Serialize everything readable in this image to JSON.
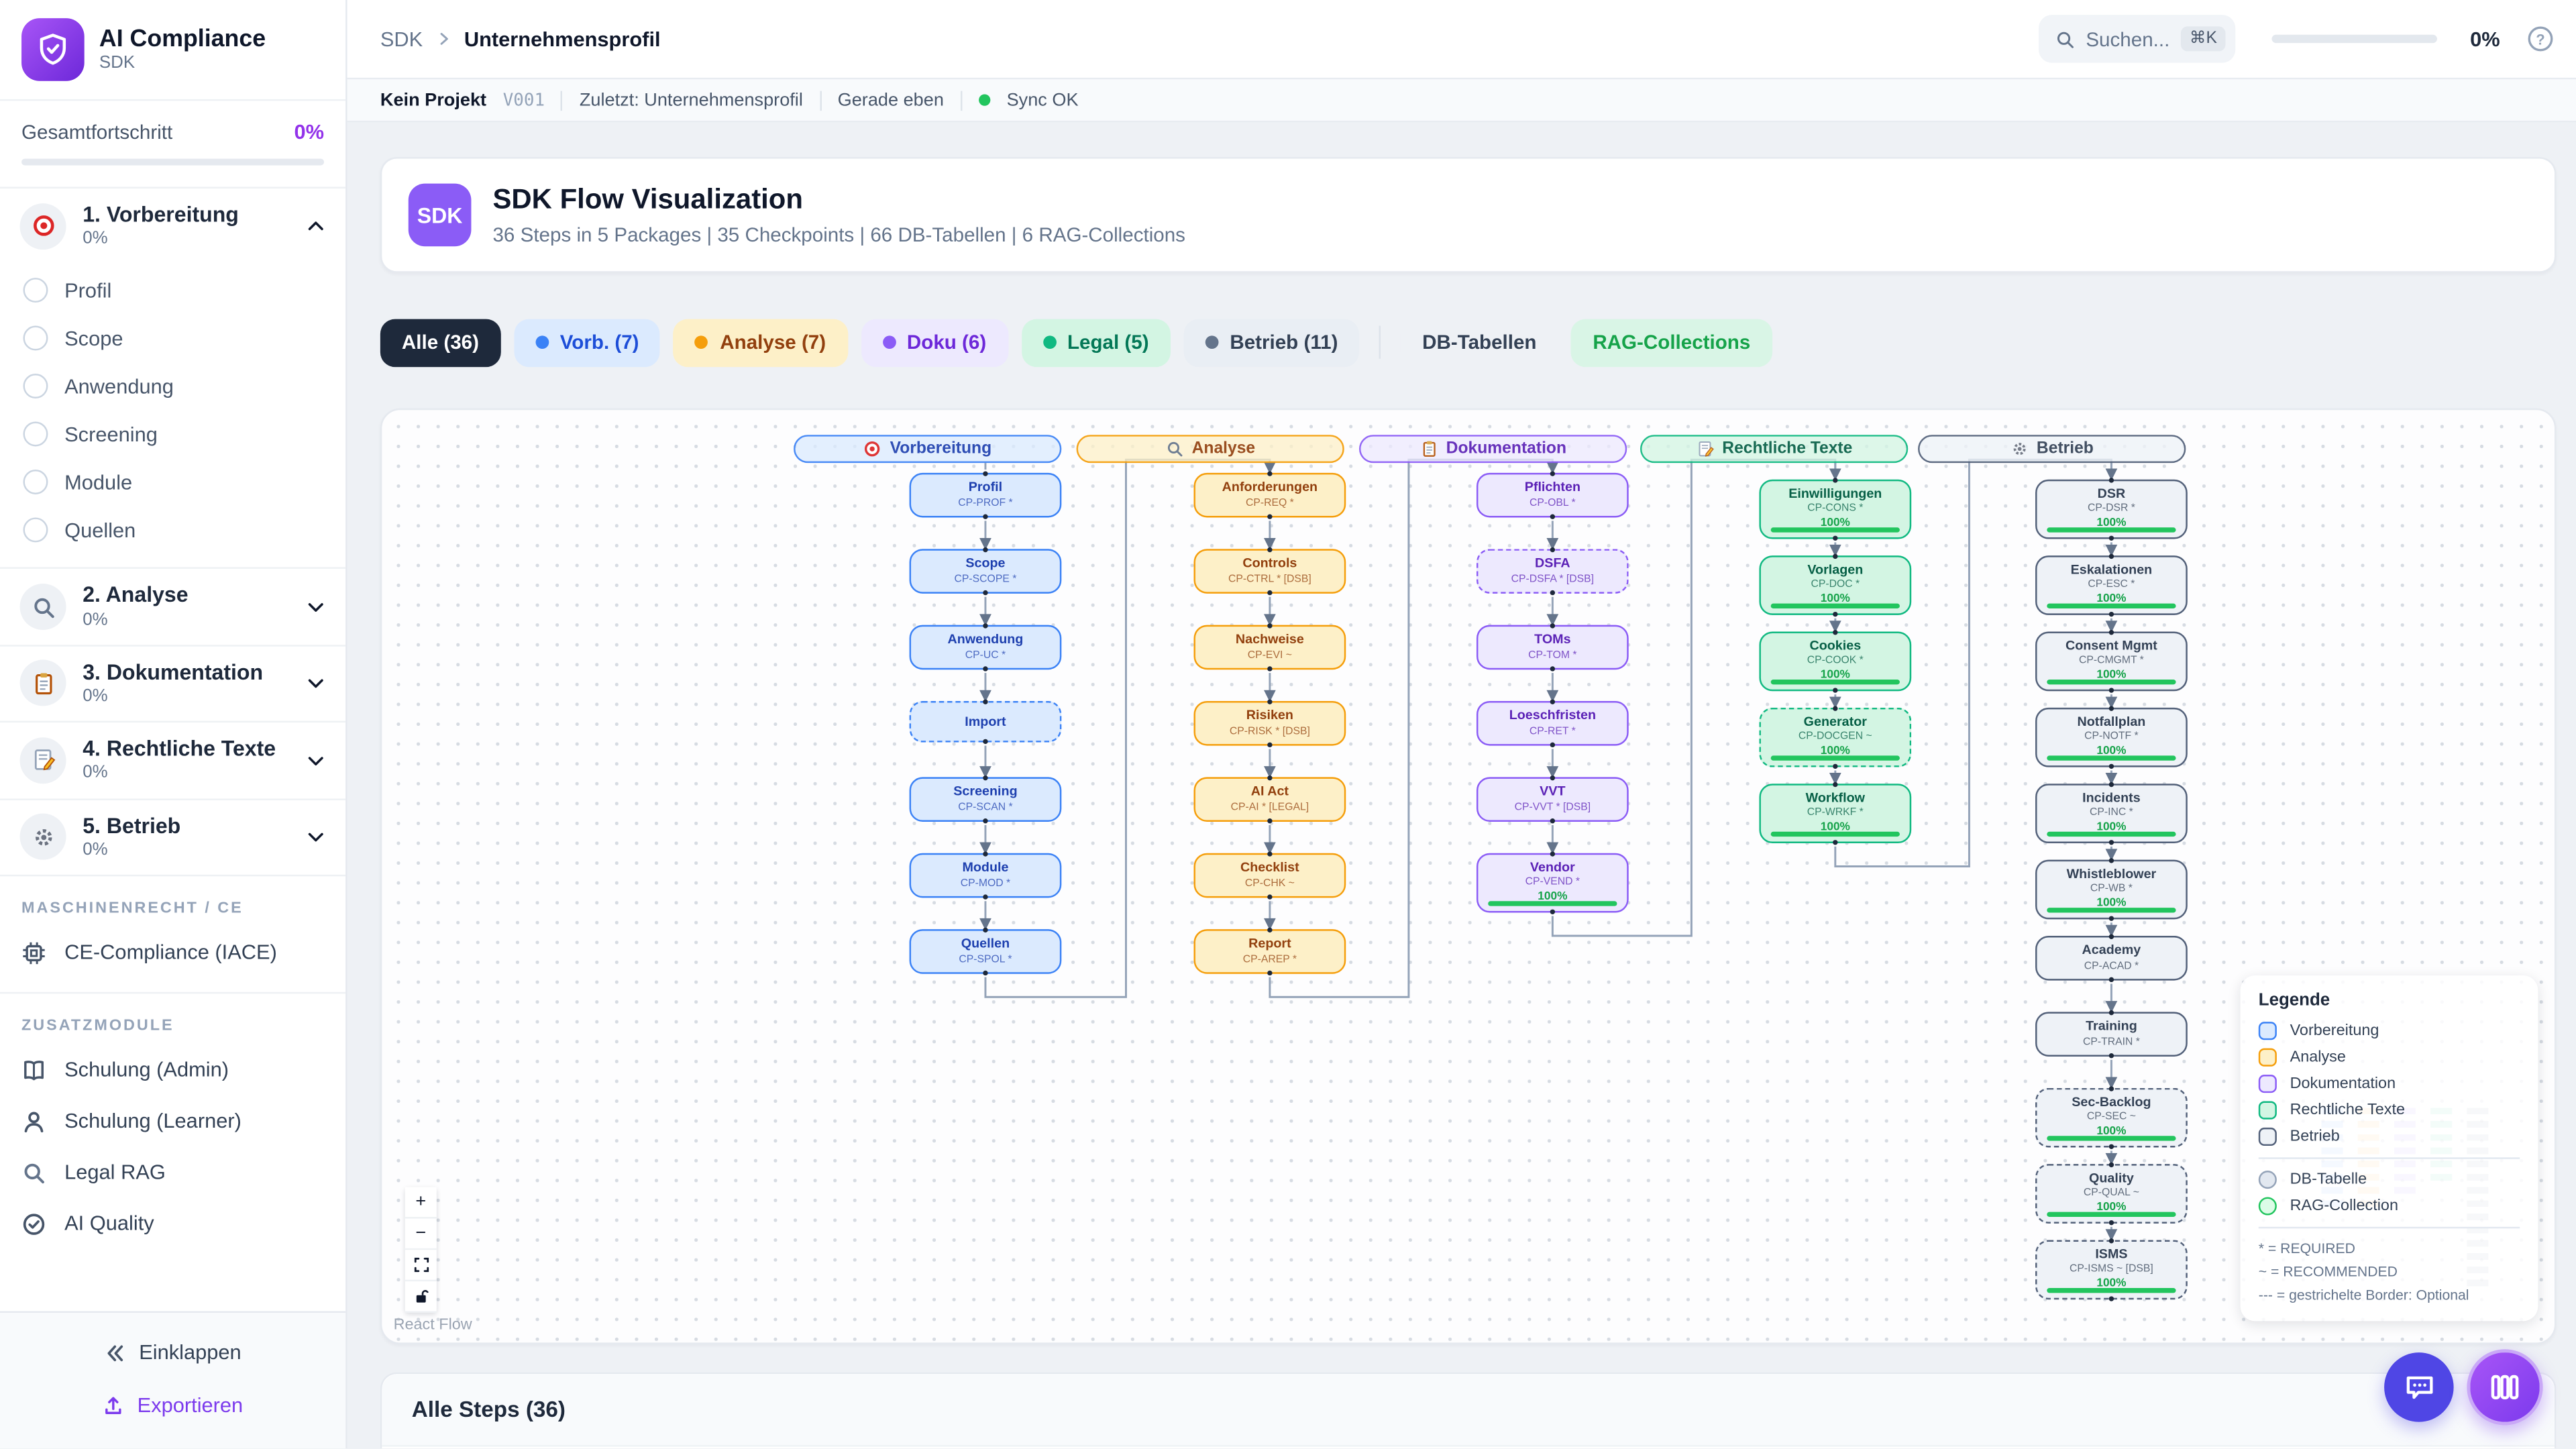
{
  "sidebar": {
    "app_title": "AI Compliance",
    "app_subtitle": "SDK",
    "overall_label": "Gesamtfortschritt",
    "overall_value": "0%",
    "packages": [
      {
        "icon": "target",
        "label": "1. Vorbereitung",
        "percent": "0%",
        "expanded": true,
        "children": [
          "Profil",
          "Scope",
          "Anwendung",
          "Screening",
          "Module",
          "Quellen"
        ]
      },
      {
        "icon": "search",
        "label": "2. Analyse",
        "percent": "0%"
      },
      {
        "icon": "clipboard",
        "label": "3. Dokumentation",
        "percent": "0%"
      },
      {
        "icon": "memo",
        "label": "4. Rechtliche Texte",
        "percent": "0%"
      },
      {
        "icon": "gear",
        "label": "5. Betrieb",
        "percent": "0%"
      }
    ],
    "sections": [
      {
        "title": "MASCHINENRECHT / CE",
        "items": [
          {
            "icon": "cpu",
            "label": "CE-Compliance (IACE)"
          }
        ]
      },
      {
        "title": "ZUSATZMODULE",
        "items": [
          {
            "icon": "book",
            "label": "Schulung (Admin)"
          },
          {
            "icon": "user",
            "label": "Schulung (Learner)"
          },
          {
            "icon": "search",
            "label": "Legal RAG"
          },
          {
            "icon": "check",
            "label": "AI Quality"
          }
        ]
      }
    ],
    "collapse_label": "Einklappen",
    "export_label": "Exportieren"
  },
  "header": {
    "crumb_root": "SDK",
    "crumb_current": "Unternehmensprofil",
    "search_placeholder": "Suchen...",
    "search_kbd": "⌘K",
    "progress_value": "0%"
  },
  "statusbar": {
    "project": "Kein Projekt",
    "version": "V001",
    "last": "Zuletzt: Unternehmensprofil",
    "time": "Gerade eben",
    "sync": "Sync OK"
  },
  "hero": {
    "badge": "SDK",
    "title": "SDK Flow Visualization",
    "subtitle": "36 Steps in 5 Packages | 35 Checkpoints | 66 DB-Tabellen | 6 RAG-Collections"
  },
  "filters": [
    {
      "label": "Alle (36)",
      "style": "all",
      "active": true
    },
    {
      "label": "Vorb. (7)",
      "style": "blue",
      "dot": true
    },
    {
      "label": "Analyse (7)",
      "style": "yellow",
      "dot": true
    },
    {
      "label": "Doku (6)",
      "style": "purple",
      "dot": true
    },
    {
      "label": "Legal (5)",
      "style": "green",
      "dot": true
    },
    {
      "label": "Betrieb (11)",
      "style": "slate",
      "dot": true
    },
    {
      "divider": true
    },
    {
      "label": "DB-Tabellen",
      "style": "plain"
    },
    {
      "label": "RAG-Collections",
      "style": "rag"
    }
  ],
  "flow": {
    "columns": [
      {
        "id": "vorbereitung",
        "icon": "target",
        "title": "Vorbereitung",
        "color": "blue",
        "nodes": [
          {
            "t": "Profil",
            "s": "CP-PROF *"
          },
          {
            "t": "Scope",
            "s": "CP-SCOPE *"
          },
          {
            "t": "Anwendung",
            "s": "CP-UC *"
          },
          {
            "t": "Import",
            "dashed": true
          },
          {
            "t": "Screening",
            "s": "CP-SCAN *"
          },
          {
            "t": "Module",
            "s": "CP-MOD *"
          },
          {
            "t": "Quellen",
            "s": "CP-SPOL *"
          }
        ]
      },
      {
        "id": "analyse",
        "icon": "search",
        "title": "Analyse",
        "color": "yellow",
        "nodes": [
          {
            "t": "Anforderungen",
            "s": "CP-REQ *"
          },
          {
            "t": "Controls",
            "s": "CP-CTRL * [DSB]"
          },
          {
            "t": "Nachweise",
            "s": "CP-EVI ~"
          },
          {
            "t": "Risiken",
            "s": "CP-RISK * [DSB]"
          },
          {
            "t": "AI Act",
            "s": "CP-AI * [LEGAL]"
          },
          {
            "t": "Checklist",
            "s": "CP-CHK ~"
          },
          {
            "t": "Report",
            "s": "CP-AREP *"
          }
        ]
      },
      {
        "id": "dokumentation",
        "icon": "clipboard",
        "title": "Dokumentation",
        "color": "purple",
        "nodes": [
          {
            "t": "Pflichten",
            "s": "CP-OBL *"
          },
          {
            "t": "DSFA",
            "s": "CP-DSFA * [DSB]",
            "dashed": true
          },
          {
            "t": "TOMs",
            "s": "CP-TOM *"
          },
          {
            "t": "Loeschfristen",
            "s": "CP-RET *"
          },
          {
            "t": "VVT",
            "s": "CP-VVT * [DSB]"
          },
          {
            "t": "Vendor",
            "s": "CP-VEND *",
            "pct": "100%"
          }
        ]
      },
      {
        "id": "rechtliche-texte",
        "icon": "memo",
        "title": "Rechtliche Texte",
        "color": "green",
        "nodes": [
          {
            "t": "Einwilligungen",
            "s": "CP-CONS *",
            "pct": "100%"
          },
          {
            "t": "Vorlagen",
            "s": "CP-DOC *",
            "pct": "100%"
          },
          {
            "t": "Cookies",
            "s": "CP-COOK *",
            "pct": "100%"
          },
          {
            "t": "Generator",
            "s": "CP-DOCGEN ~",
            "pct": "100%",
            "dashed": true
          },
          {
            "t": "Workflow",
            "s": "CP-WRKF *",
            "pct": "100%"
          }
        ]
      },
      {
        "id": "betrieb",
        "icon": "gear",
        "title": "Betrieb",
        "color": "slate",
        "nodes": [
          {
            "t": "DSR",
            "s": "CP-DSR *",
            "pct": "100%"
          },
          {
            "t": "Eskalationen",
            "s": "CP-ESC *",
            "pct": "100%"
          },
          {
            "t": "Consent Mgmt",
            "s": "CP-CMGMT *",
            "pct": "100%"
          },
          {
            "t": "Notfallplan",
            "s": "CP-NOTF *",
            "pct": "100%"
          },
          {
            "t": "Incidents",
            "s": "CP-INC *",
            "pct": "100%"
          },
          {
            "t": "Whistleblower",
            "s": "CP-WB *",
            "pct": "100%"
          },
          {
            "t": "Academy",
            "s": "CP-ACAD *"
          },
          {
            "t": "Training",
            "s": "CP-TRAIN *"
          },
          {
            "t": "Sec-Backlog",
            "s": "CP-SEC ~",
            "pct": "100%",
            "dashed": true
          },
          {
            "t": "Quality",
            "s": "CP-QUAL ~",
            "pct": "100%",
            "dashed": true
          },
          {
            "t": "ISMS",
            "s": "CP-ISMS ~ [DSB]",
            "pct": "100%",
            "dashed": true
          }
        ]
      }
    ],
    "attribution": "React Flow"
  },
  "legend": {
    "title": "Legende",
    "package_items": [
      {
        "label": "Vorbereitung",
        "color": "blue"
      },
      {
        "label": "Analyse",
        "color": "yellow"
      },
      {
        "label": "Dokumentation",
        "color": "purple"
      },
      {
        "label": "Rechtliche Texte",
        "color": "green"
      },
      {
        "label": "Betrieb",
        "color": "slate"
      }
    ],
    "db_item": "DB-Tabelle",
    "rag_item": "RAG-Collection",
    "notes": [
      "* = REQUIRED",
      "~ = RECOMMENDED",
      "--- = gestrichelte Border: Optional"
    ]
  },
  "bottom_panel": {
    "title": "Alle Steps (36)"
  },
  "colors": {
    "accent": "#7c3aed",
    "progress": "#22c55e",
    "pct_text": "#16a34a",
    "edge": "#94a3b8",
    "sync_dot": "#22c55e",
    "blue": {
      "border": "#3b82f6",
      "bg": "#dbeafe",
      "text": "#1e40af",
      "head_bg": "rgba(219,234,254,0.82)"
    },
    "yellow": {
      "border": "#f59e0b",
      "bg": "#fdf0c8",
      "text": "#92400e",
      "head_bg": "rgba(253,240,200,0.82)"
    },
    "purple": {
      "border": "#8b5cf6",
      "bg": "#ede9fe",
      "text": "#5b21b6",
      "head_bg": "rgba(237,233,254,0.82)"
    },
    "green": {
      "border": "#10b981",
      "bg": "#d3f5e3",
      "text": "#065f46",
      "head_bg": "rgba(211,245,227,0.82)"
    },
    "slate": {
      "border": "#526079",
      "bg": "#eef2f7",
      "text": "#334155",
      "head_bg": "rgba(238,242,247,0.86)"
    },
    "db_swatch": {
      "border": "#94a3b8",
      "bg": "#e2e8f0"
    },
    "rag_swatch": {
      "border": "#22c55e",
      "bg": "#dcfce7"
    }
  }
}
